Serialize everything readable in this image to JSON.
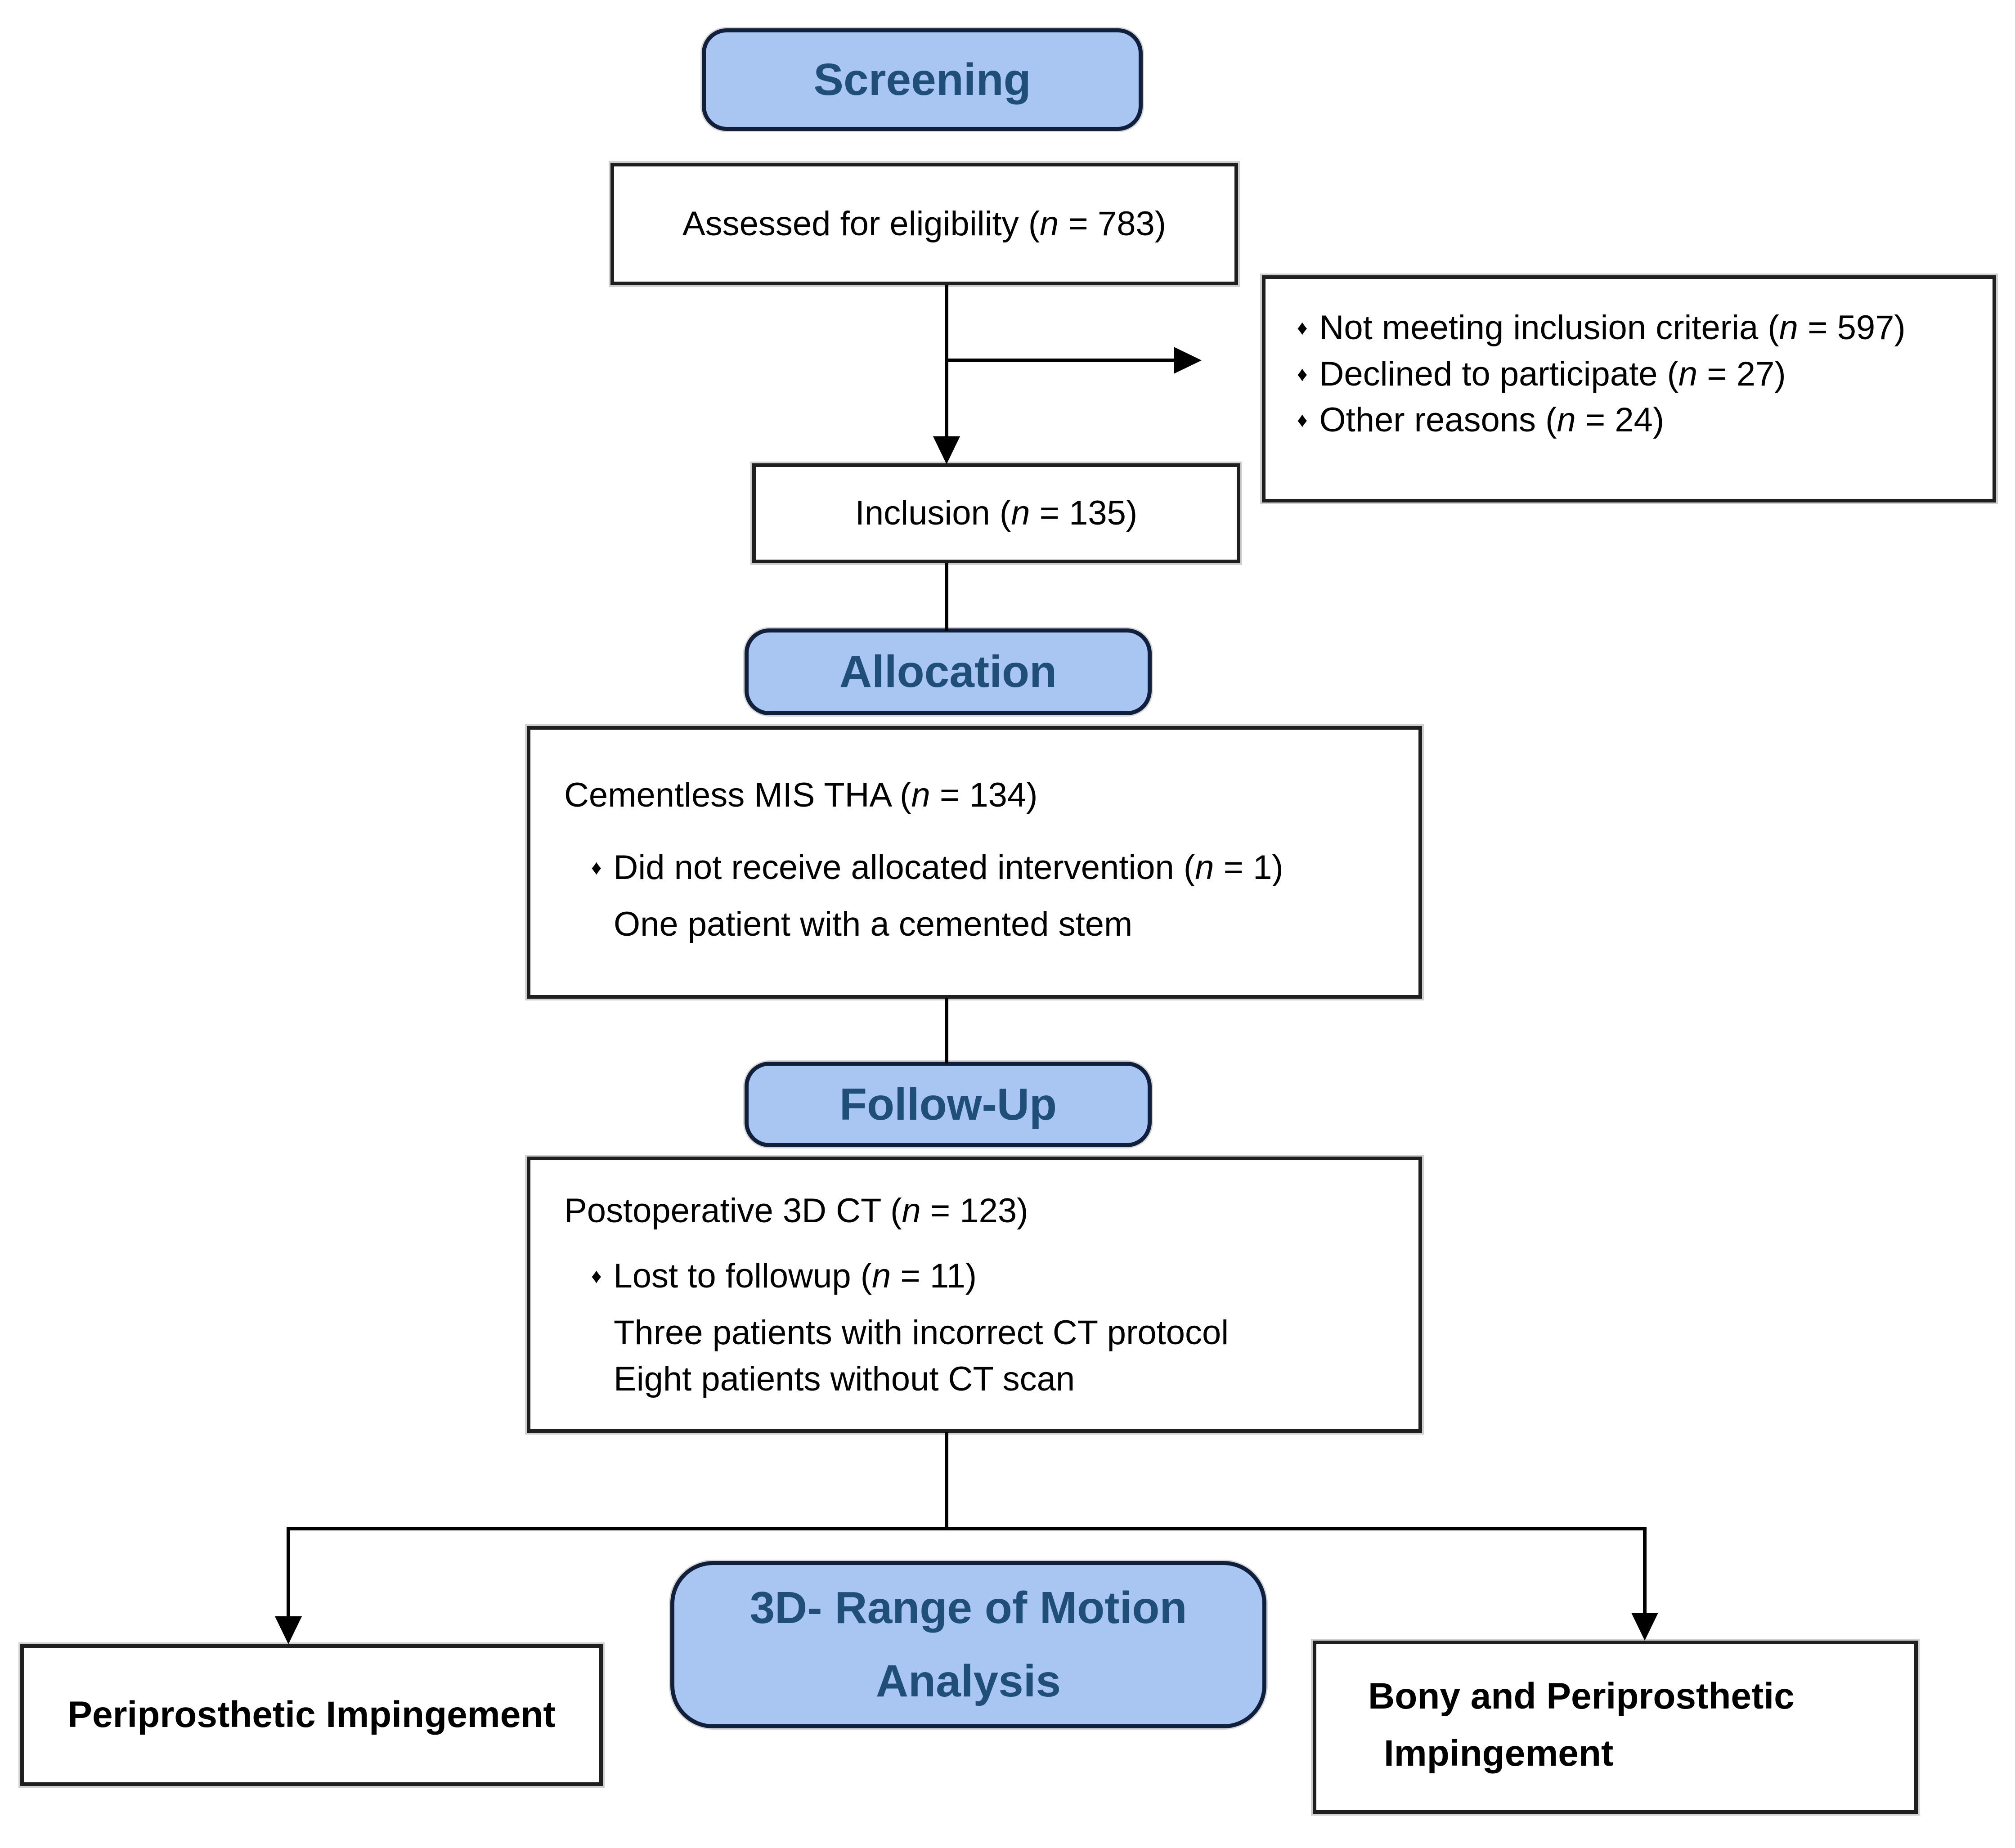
{
  "diagram": {
    "stages": {
      "screening": {
        "label": "Screening"
      },
      "allocation": {
        "label": "Allocation"
      },
      "followup": {
        "label": "Follow-Up"
      },
      "rom": {
        "label_line1": "3D- Range of Motion",
        "label_line2": "Analysis"
      }
    },
    "boxes": {
      "assessed": {
        "pre": "Assessed for eligibility (",
        "var": "n",
        "post": " = 783)"
      },
      "exclusion": {
        "bullet": "♦",
        "items": [
          {
            "pre": "Not meeting inclusion criteria (",
            "var": "n",
            "post": " = 597)"
          },
          {
            "pre": "Declined to participate (",
            "var": "n",
            "post": " = 27)"
          },
          {
            "pre": "Other reasons (",
            "var": "n",
            "post": " = 24)"
          }
        ]
      },
      "inclusion": {
        "pre": "Inclusion (",
        "var": "n",
        "post": " = 135)"
      },
      "cementless": {
        "bullet": "♦",
        "title": {
          "pre": "Cementless MIS THA (",
          "var": "n",
          "post": " = 134)"
        },
        "bullet_item": {
          "pre": "Did not receive allocated intervention (",
          "var": "n",
          "post": " = 1)"
        },
        "note": "One patient with a cemented stem"
      },
      "postoperative": {
        "bullet": "♦",
        "title": {
          "pre": "Postoperative 3D CT (",
          "var": "n",
          "post": " = 123)"
        },
        "bullet_item": {
          "pre": "Lost to followup (",
          "var": "n",
          "post": " = 11)"
        },
        "notes": [
          "Three patients with incorrect CT protocol",
          "Eight patients without CT scan"
        ]
      },
      "periprosthetic": {
        "label": "Periprosthetic Impingement"
      },
      "bony": {
        "label_line1": "Bony and Periprosthetic",
        "label_line2": "Impingement"
      }
    },
    "colors": {
      "stage_fill": "#A9C5F1",
      "stage_border": "#101F3C",
      "stage_text": "#1F4E79",
      "box_border": "#1F1F1F",
      "line": "#000000"
    }
  }
}
